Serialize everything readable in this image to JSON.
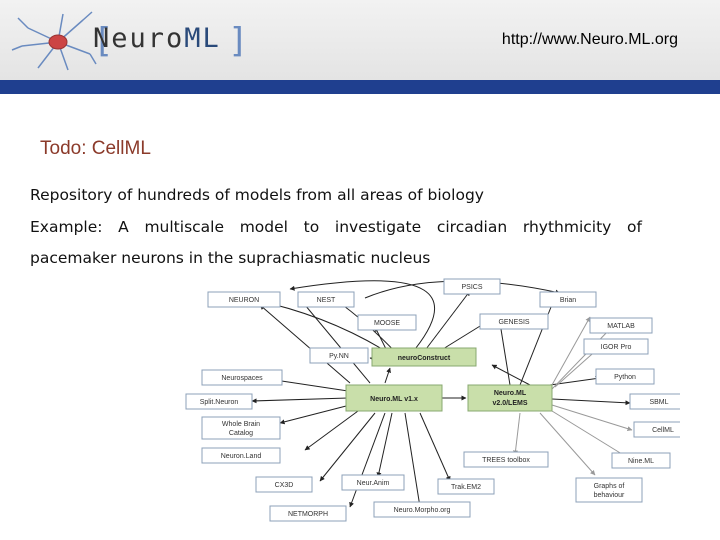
{
  "header": {
    "logo_prefix": "Neuro",
    "logo_suffix": "ML",
    "url": "http://www.Neuro.ML.org"
  },
  "slide": {
    "subtitle": "Todo: CellML",
    "lines": [
      "Repository of hundreds of models from all areas of biology",
      "Example: A multiscale model to investigate circadian rhythmicity of",
      "pacemaker neurons in the suprachiasmatic nucleus"
    ]
  },
  "diagram": {
    "nodes": {
      "neuron": "NEURON",
      "nest": "NEST",
      "psics": "PSICS",
      "brian": "Brian",
      "moose": "MOOSE",
      "genesis": "GENESIS",
      "matlab": "MATLAB",
      "pynn": "Py.NN",
      "neuroconstruct": "neuroConstruct",
      "igorpro": "IGOR Pro",
      "neurospaces": "Neurospaces",
      "python": "Python",
      "splitneuron": "Split.Neuron",
      "neuromlv1": "Neuro.ML v1.x",
      "neuromlv2_1": "Neuro.ML",
      "neuromlv2_2": "v2.0/LEMS",
      "sbml": "SBML",
      "wholebrain_1": "Whole Brain",
      "wholebrain_2": "Catalog",
      "cellml": "CellML",
      "neuronland": "Neuron.Land",
      "trees": "TREES toolbox",
      "ninemi": "Nine.ML",
      "cx3d": "CX3D",
      "neuranim": "Neur.Anim",
      "trakem2": "Trak.EM2",
      "graphs_1": "Graphs of",
      "graphs_2": "behaviour",
      "netmorph": "NETMORPH",
      "neuromorpho": "Neuro.Morpho.org"
    }
  },
  "colors": {
    "header_bar": "#1f3f8f",
    "subtitle": "#8b3a2a",
    "core_node": "#c9dfaa"
  }
}
